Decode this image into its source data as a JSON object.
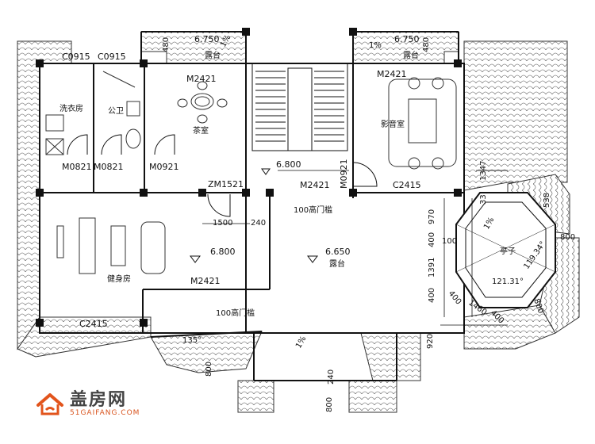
{
  "rooms": {
    "laundry": "洗衣房",
    "bathroom": "公卫",
    "tea_room": "茶室",
    "cinema": "影音室",
    "gym": "健身房",
    "pavilion": "亭子",
    "terrace_top_left": "露台",
    "terrace_top_right": "露台",
    "terrace_center": "露台"
  },
  "windows": {
    "c0915_a": "C0915",
    "c0915_b": "C0915",
    "c2415_gym": "C2415",
    "c2415_cinema": "C2415"
  },
  "doors": {
    "m0821_a": "M0821",
    "m0821_b": "M0821",
    "m0921_tea": "M0921",
    "m0921_stair": "M0921",
    "m2421_tea": "M2421",
    "m2421_cinema": "M2421",
    "m2421_hall": "M2421",
    "m2421_gym": "M2421",
    "zm1521": "ZM1521"
  },
  "levels": {
    "top_left": "6.750",
    "top_right": "6.750",
    "stair_landing": "6.800",
    "gym": "6.800",
    "terrace": "6.650"
  },
  "slopes": {
    "top_left": "1%",
    "top_right": "1%",
    "center": "1%",
    "pavilion": "1%"
  },
  "notes": {
    "sill_a": "100高门槛",
    "sill_b": "100高门槛"
  },
  "dimensions": {
    "d480_left": "480",
    "d480_right": "480",
    "d1500": "1500",
    "d240_a": "240",
    "d240_b": "240",
    "d1347": "1347",
    "d33": "33",
    "d970": "970",
    "d400_a": "400",
    "d100": "100",
    "d1391": "1391",
    "d400_b": "400",
    "d400_c": "400",
    "d1460": "1460",
    "d400_d": "400",
    "d538": "538",
    "d800_right": "800",
    "d800_br": "800",
    "d800_bl": "800",
    "d800_bottom": "800",
    "d920": "920",
    "ang_a": "119.34°",
    "ang_b": "121.31°",
    "ang_c": "135°"
  },
  "logo": {
    "title": "盖房网",
    "site": "51GAIFANG.COM"
  }
}
